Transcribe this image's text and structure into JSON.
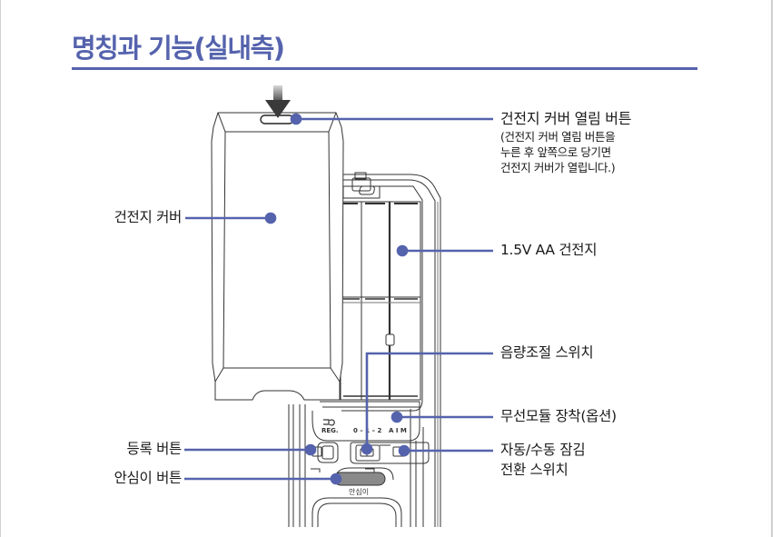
{
  "page": {
    "title": "명칭과 기능(실내측)",
    "accent_color": "#5563ad"
  },
  "callouts": {
    "cover_release_button": {
      "label": "건전지 커버 열림 버튼",
      "note_lines": [
        "(건전지 커버 열림 버튼을",
        "누른 후 앞쪽으로 당기면",
        "건전지 커버가 열립니다.)"
      ]
    },
    "battery_cover": {
      "label": "건전지 커버"
    },
    "battery": {
      "label": "1.5V AA 건전지"
    },
    "volume_switch": {
      "label": "음량조절 스위치"
    },
    "wireless_module": {
      "label": "무선모듈 장착(옵션)"
    },
    "auto_manual_switch": {
      "label_lines": [
        "자동/수동 잠김",
        "전환 스위치"
      ]
    },
    "register_button": {
      "label": "등록 버튼"
    },
    "safety_button": {
      "label": "안심이 버튼"
    }
  },
  "device_markings": {
    "reg": "REG.",
    "volume_scale": "0 – 1 – 2",
    "aim": "A I M",
    "safety_button_text": "안심이"
  }
}
